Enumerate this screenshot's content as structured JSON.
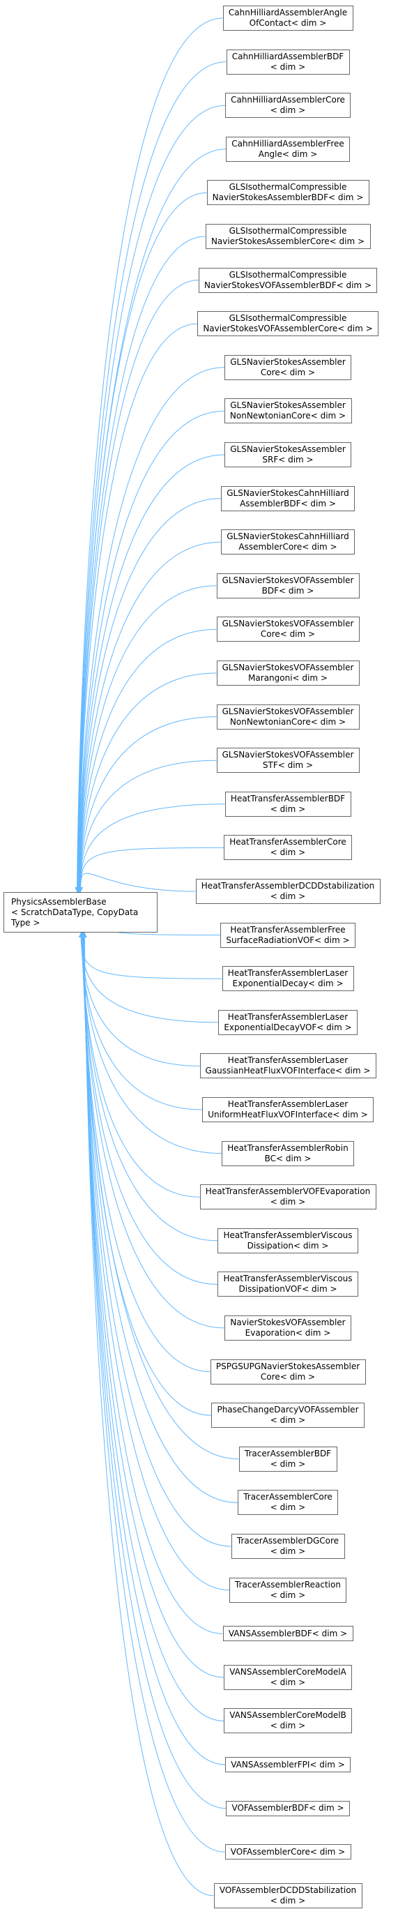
{
  "base_class": {
    "line1": "PhysicsAssemblerBase",
    "line2": "< ScratchDataType, CopyData",
    "line3": "Type >"
  },
  "edge_color": "#63b8ff",
  "node_border_color": "#666666",
  "derived_classes": [
    [
      "CahnHilliardAssemblerAngle",
      "OfContact< dim >"
    ],
    [
      "CahnHilliardAssemblerBDF",
      "< dim >"
    ],
    [
      "CahnHilliardAssemblerCore",
      "< dim >"
    ],
    [
      "CahnHilliardAssemblerFree",
      "Angle< dim >"
    ],
    [
      "GLSIsothermalCompressible",
      "NavierStokesAssemblerBDF< dim >"
    ],
    [
      "GLSIsothermalCompressible",
      "NavierStokesAssemblerCore< dim >"
    ],
    [
      "GLSIsothermalCompressible",
      "NavierStokesVOFAssemblerBDF< dim >"
    ],
    [
      "GLSIsothermalCompressible",
      "NavierStokesVOFAssemblerCore< dim >"
    ],
    [
      "GLSNavierStokesAssembler",
      "Core< dim >"
    ],
    [
      "GLSNavierStokesAssembler",
      "NonNewtonianCore< dim >"
    ],
    [
      "GLSNavierStokesAssembler",
      "SRF< dim >"
    ],
    [
      "GLSNavierStokesCahnHilliard",
      "AssemblerBDF< dim >"
    ],
    [
      "GLSNavierStokesCahnHilliard",
      "AssemblerCore< dim >"
    ],
    [
      "GLSNavierStokesVOFAssembler",
      "BDF< dim >"
    ],
    [
      "GLSNavierStokesVOFAssembler",
      "Core< dim >"
    ],
    [
      "GLSNavierStokesVOFAssembler",
      "Marangoni< dim >"
    ],
    [
      "GLSNavierStokesVOFAssembler",
      "NonNewtonianCore< dim >"
    ],
    [
      "GLSNavierStokesVOFAssembler",
      "STF< dim >"
    ],
    [
      "HeatTransferAssemblerBDF",
      "< dim >"
    ],
    [
      "HeatTransferAssemblerCore",
      "< dim >"
    ],
    [
      "HeatTransferAssemblerDCDDstabilization",
      "< dim >"
    ],
    [
      "HeatTransferAssemblerFree",
      "SurfaceRadiationVOF< dim >"
    ],
    [
      "HeatTransferAssemblerLaser",
      "ExponentialDecay< dim >"
    ],
    [
      "HeatTransferAssemblerLaser",
      "ExponentialDecayVOF< dim >"
    ],
    [
      "HeatTransferAssemblerLaser",
      "GaussianHeatFluxVOFInterface< dim >"
    ],
    [
      "HeatTransferAssemblerLaser",
      "UniformHeatFluxVOFInterface< dim >"
    ],
    [
      "HeatTransferAssemblerRobin",
      "BC< dim >"
    ],
    [
      "HeatTransferAssemblerVOFEvaporation",
      "< dim >"
    ],
    [
      "HeatTransferAssemblerViscous",
      "Dissipation< dim >"
    ],
    [
      "HeatTransferAssemblerViscous",
      "DissipationVOF< dim >"
    ],
    [
      "NavierStokesVOFAssembler",
      "Evaporation< dim >"
    ],
    [
      "PSPGSUPGNavierStokesAssembler",
      "Core< dim >"
    ],
    [
      "PhaseChangeDarcyVOFAssembler",
      "< dim >"
    ],
    [
      "TracerAssemblerBDF",
      "< dim >"
    ],
    [
      "TracerAssemblerCore",
      "< dim >"
    ],
    [
      "TracerAssemblerDGCore",
      "< dim >"
    ],
    [
      "TracerAssemblerReaction",
      "< dim >"
    ],
    [
      "VANSAssemblerBDF< dim >"
    ],
    [
      "VANSAssemblerCoreModelA",
      "< dim >"
    ],
    [
      "VANSAssemblerCoreModelB",
      "< dim >"
    ],
    [
      "VANSAssemblerFPI< dim >"
    ],
    [
      "VOFAssemblerBDF< dim >"
    ],
    [
      "VOFAssemblerCore< dim >"
    ],
    [
      "VOFAssemblerDCDDStabilization",
      "< dim >"
    ]
  ]
}
